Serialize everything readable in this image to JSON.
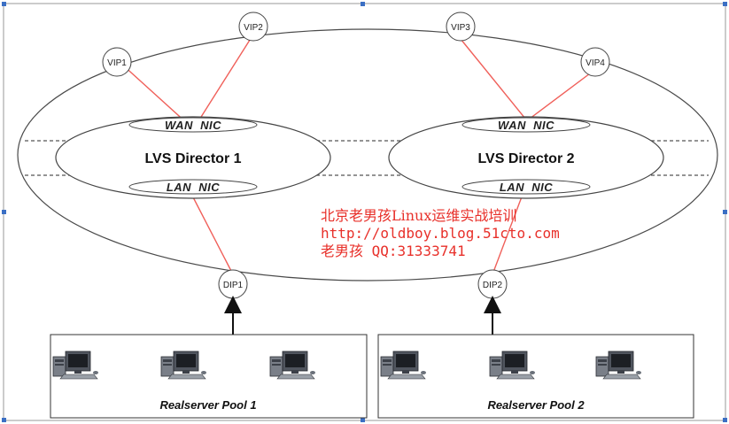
{
  "vips": [
    {
      "id": "vip1",
      "label": "VIP1"
    },
    {
      "id": "vip2",
      "label": "VIP2"
    },
    {
      "id": "vip3",
      "label": "VIP3"
    },
    {
      "id": "vip4",
      "label": "VIP4"
    }
  ],
  "directors": [
    {
      "label": "LVS Director 1",
      "wan": "WAN  NIC",
      "lan": "LAN  NIC"
    },
    {
      "label": "LVS Director 2",
      "wan": "WAN  NIC",
      "lan": "LAN  NIC"
    }
  ],
  "dips": [
    {
      "label": "DIP1"
    },
    {
      "label": "DIP2"
    }
  ],
  "pools": [
    {
      "label": "Realserver Pool 1"
    },
    {
      "label": "Realserver Pool 2"
    }
  ],
  "watermark": {
    "line1": "北京老男孩Linux运维实战培训",
    "line2": "http://oldboy.blog.51cto.com",
    "line3": "老男孩 QQ:31333741"
  },
  "colors": {
    "link": "#f0605a",
    "watermark": "#e8302a",
    "outline": "#4a4a4a",
    "frame_handle": "#3b6fc4"
  },
  "icons": [
    "server-icon"
  ]
}
